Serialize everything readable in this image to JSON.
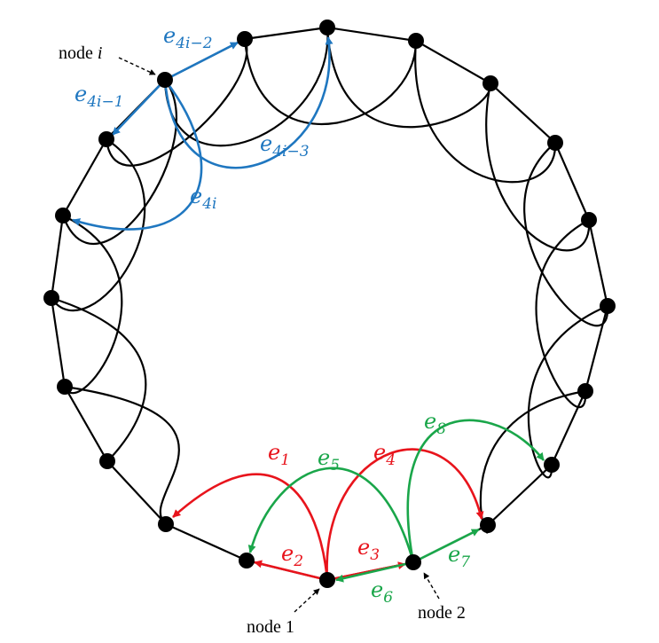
{
  "colors": {
    "ring": "#000000",
    "blue": "#1f77c0",
    "red": "#e8141c",
    "green": "#1aa64a"
  },
  "labels": {
    "node_i": "node i",
    "node_i_prefix": "node ",
    "node_i_var": "i",
    "node_1": "node 1",
    "node_2": "node 2"
  },
  "edges": {
    "blue": [
      {
        "base": "e",
        "sub": "4i−2"
      },
      {
        "base": "e",
        "sub": "4i−1"
      },
      {
        "base": "e",
        "sub": "4i−3"
      },
      {
        "base": "e",
        "sub": "4i"
      }
    ],
    "red": [
      {
        "base": "e",
        "sub": "1"
      },
      {
        "base": "e",
        "sub": "2"
      },
      {
        "base": "e",
        "sub": "3"
      },
      {
        "base": "e",
        "sub": "4"
      }
    ],
    "green": [
      {
        "base": "e",
        "sub": "5"
      },
      {
        "base": "e",
        "sub": "6"
      },
      {
        "base": "e",
        "sub": "7"
      },
      {
        "base": "e",
        "sub": "8"
      }
    ]
  }
}
